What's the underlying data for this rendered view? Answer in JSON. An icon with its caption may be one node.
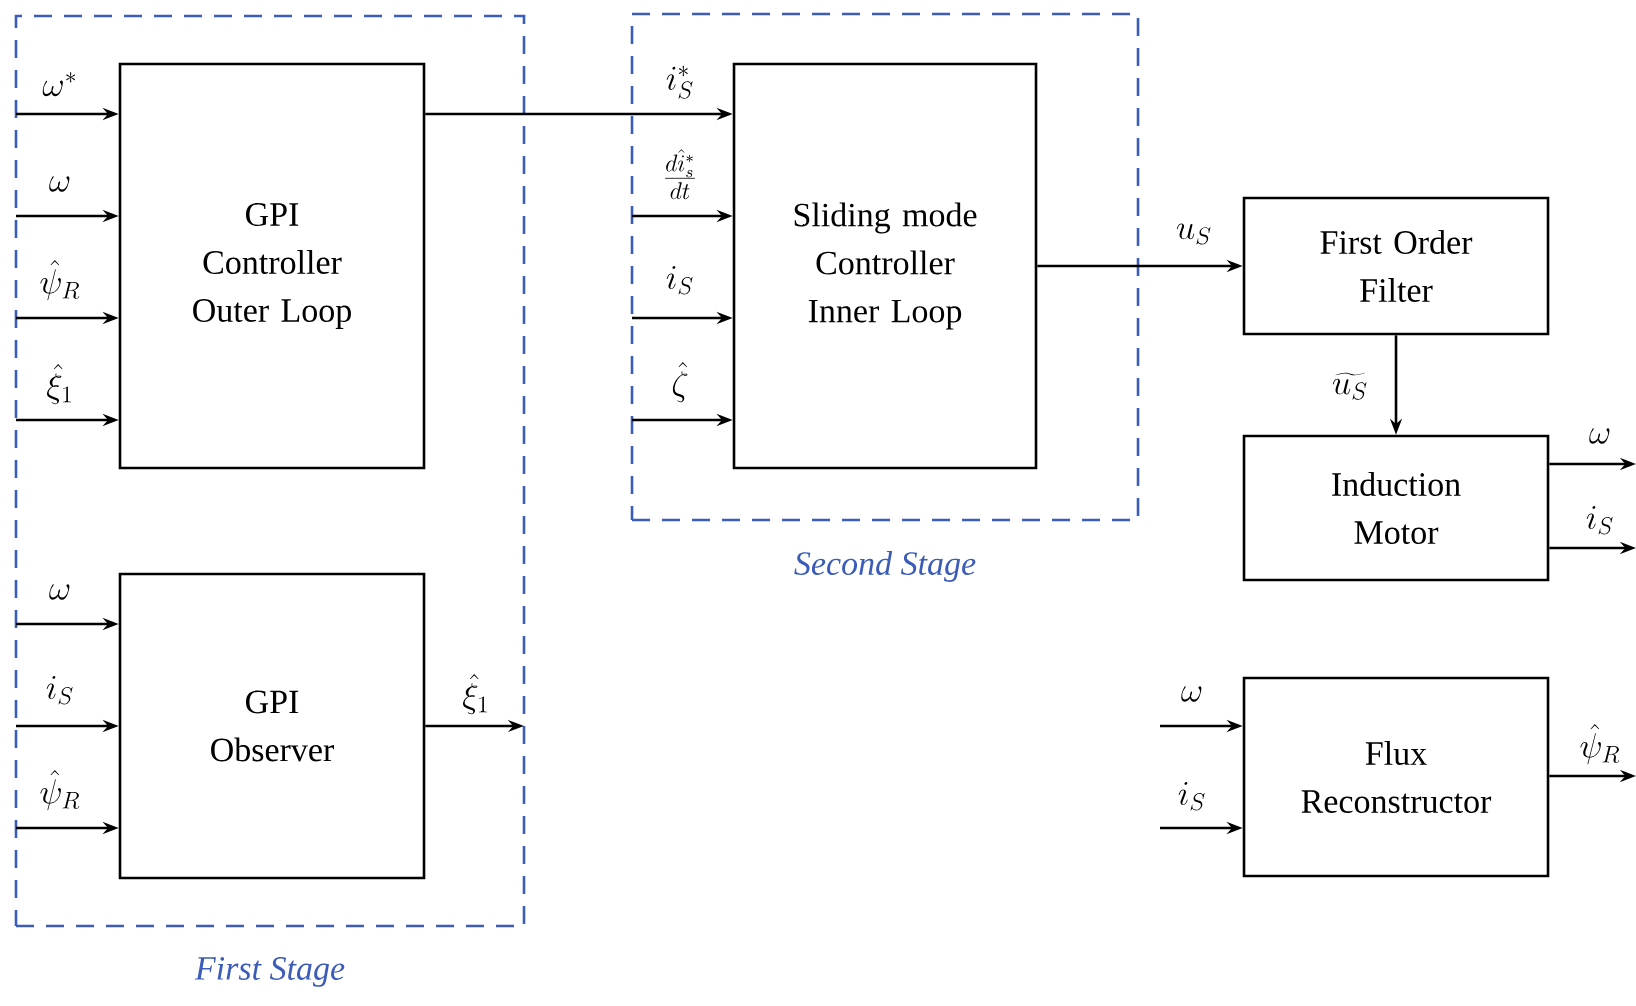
{
  "diagram": {
    "nodes": [
      {
        "text": [
          "First Stage"
        ]
      },
      {
        "text": [
          "GPI Controller Outer Loop"
        ],
        "in": 0
      },
      {
        "text": [
          "GPI Observer"
        ],
        "in": 0
      },
      {
        "text": [
          "Second Stage"
        ]
      },
      {
        "text": [
          "Sliding mode Controller Inner Loop"
        ],
        "in": 3
      },
      {
        "text": [
          "First Order Filter"
        ]
      },
      {
        "text": [
          "Induction Motor"
        ]
      },
      {
        "text": [
          "Flux Reconstructor"
        ]
      }
    ],
    "edges": [
      {
        "from": null,
        "to": 1,
        "arrow": "to",
        "label": "\\omega^*"
      },
      {
        "from": null,
        "to": 1,
        "arrow": "to",
        "label": "\\omega"
      },
      {
        "from": null,
        "to": 1,
        "arrow": "to",
        "label": "\\hat{\\psi}_R"
      },
      {
        "from": null,
        "to": 1,
        "arrow": "to",
        "label": "\\hat{\\xi}_1"
      },
      {
        "from": 1,
        "to": 4,
        "arrow": "to",
        "label": "i_S^*"
      },
      {
        "from": null,
        "to": 4,
        "arrow": "to",
        "label": "\\frac{d\\hat{i}_s^*}{dt}"
      },
      {
        "from": null,
        "to": 4,
        "arrow": "to",
        "label": "i_S"
      },
      {
        "from": null,
        "to": 4,
        "arrow": "to",
        "label": "\\hat{\\zeta}"
      },
      {
        "from": 4,
        "to": 5,
        "arrow": "to",
        "label": "u_S"
      },
      {
        "from": 5,
        "to": 6,
        "arrow": "to",
        "label": "\\widetilde{u_S}"
      },
      {
        "from": 6,
        "to": null,
        "arrow": "to",
        "label": "\\omega"
      },
      {
        "from": 6,
        "to": null,
        "arrow": "to",
        "label": "i_S"
      },
      {
        "from": null,
        "to": 2,
        "arrow": "to",
        "label": "\\omega"
      },
      {
        "from": null,
        "to": 2,
        "arrow": "to",
        "label": "i_S"
      },
      {
        "from": null,
        "to": 2,
        "arrow": "to",
        "label": "\\hat{\\psi}_R"
      },
      {
        "from": 2,
        "to": null,
        "arrow": "to",
        "label": "\\hat{\\xi}_1"
      },
      {
        "from": null,
        "to": 7,
        "arrow": "to",
        "label": "\\omega"
      },
      {
        "from": null,
        "to": 7,
        "arrow": "to",
        "label": "i_S"
      },
      {
        "from": 7,
        "to": null,
        "arrow": "to",
        "label": "\\hat{\\psi}_R"
      }
    ]
  }
}
